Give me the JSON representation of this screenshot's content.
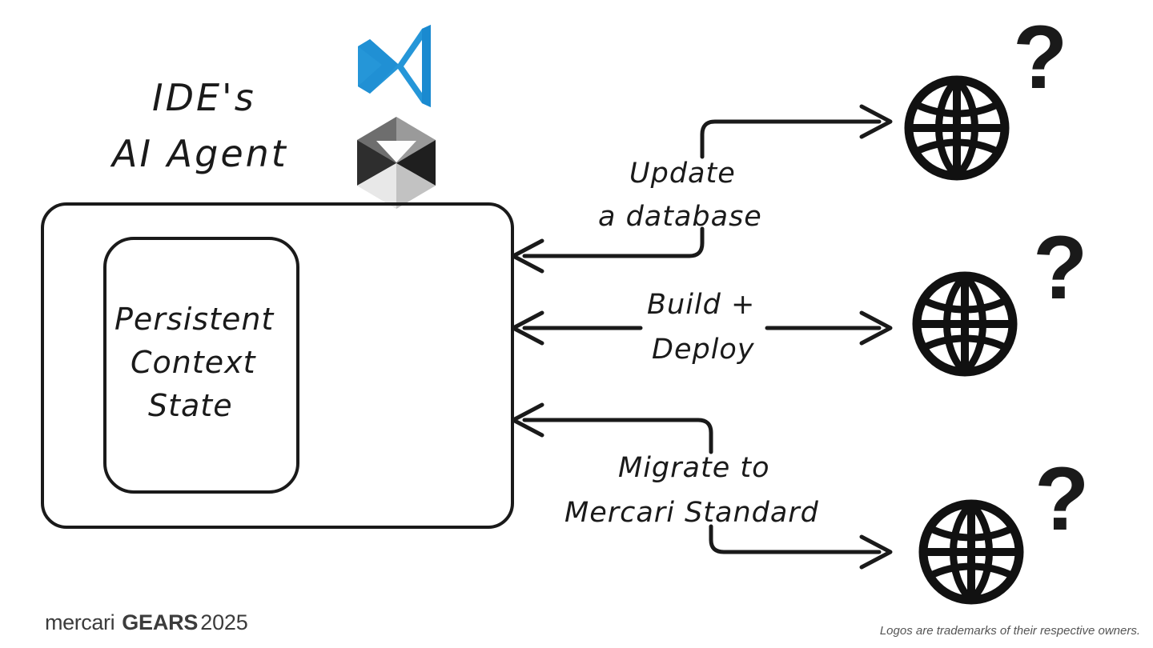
{
  "slide": {
    "background_color": "#ffffff",
    "ink_color": "#1a1a1a"
  },
  "agent": {
    "title_line1": "IDE's",
    "title_line2": "AI Agent",
    "logos": [
      {
        "name": "vscode-logo",
        "label": "Visual Studio Code",
        "color": "#2596d8"
      },
      {
        "name": "cube-logo",
        "label": "Agent Cube",
        "color": "#8a8a8a"
      }
    ]
  },
  "context_box": {
    "inner_label_line1": "Persistent",
    "inner_label_line2": "Context",
    "inner_label_line3": "State"
  },
  "flows": [
    {
      "id": "update-database",
      "label_line1": "Update",
      "label_line2": "a database",
      "outbound": "to-globe",
      "inbound": "to-agent",
      "target": {
        "name": "globe-icon",
        "status": "unknown",
        "status_glyph": "?"
      }
    },
    {
      "id": "build-deploy",
      "label_line1": "Build +",
      "label_line2": "Deploy",
      "outbound": "to-globe",
      "inbound": "to-agent",
      "target": {
        "name": "globe-icon",
        "status": "unknown",
        "status_glyph": "?"
      }
    },
    {
      "id": "migrate-mercari-standard",
      "label_line1": "Migrate to",
      "label_line2": "Mercari Standard",
      "outbound": "to-globe",
      "inbound": "to-agent",
      "target": {
        "name": "globe-icon",
        "status": "unknown",
        "status_glyph": "?"
      }
    }
  ],
  "footer": {
    "brand_mercari": "mercari",
    "brand_gears": "GEARS",
    "brand_year": "2025",
    "disclaimer": "Logos are trademarks of their respective owners."
  }
}
